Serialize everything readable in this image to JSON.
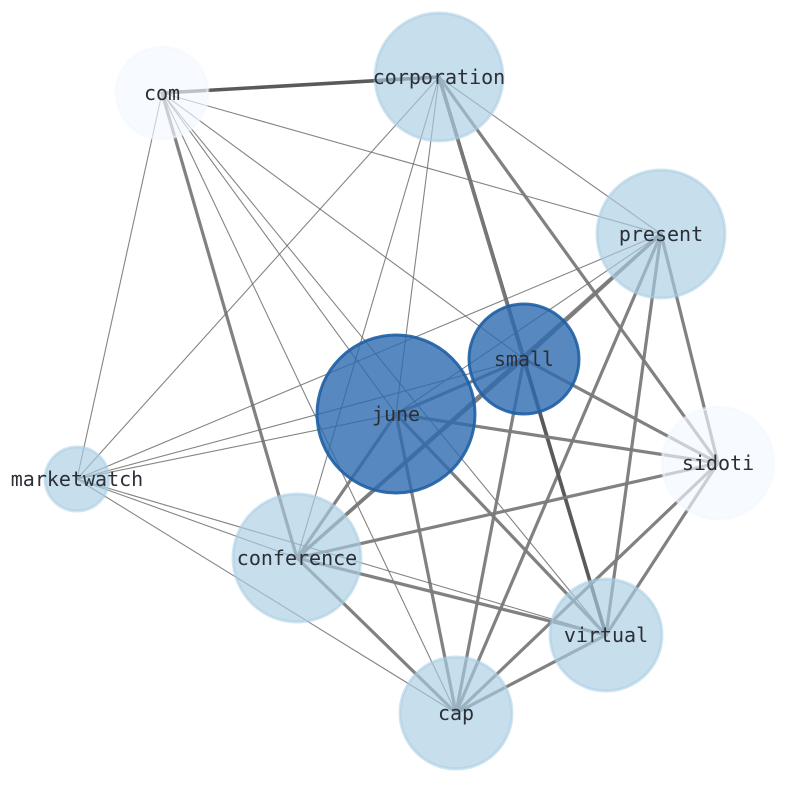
{
  "nodes": [
    {
      "id": "corporation",
      "label": "corporation",
      "fill": "#a9cde3",
      "stroke": "#a9cde3"
    },
    {
      "id": "com",
      "label": "com",
      "fill": "#f3f8fd",
      "stroke": "#f3f8fd"
    },
    {
      "id": "present",
      "label": "present",
      "fill": "#a9cde3",
      "stroke": "#a9cde3"
    },
    {
      "id": "small",
      "label": "small",
      "fill": "#2d6cb0",
      "stroke": "#1f5fa5"
    },
    {
      "id": "june",
      "label": "june",
      "fill": "#2d6cb0",
      "stroke": "#1f5fa5"
    },
    {
      "id": "sidoti",
      "label": "sidoti",
      "fill": "#f3f8fd",
      "stroke": "#f3f8fd"
    },
    {
      "id": "marketwatch",
      "label": "marketwatch",
      "fill": "#a9cde3",
      "stroke": "#a9cde3"
    },
    {
      "id": "conference",
      "label": "conference",
      "fill": "#a9cde3",
      "stroke": "#a9cde3"
    },
    {
      "id": "virtual",
      "label": "virtual",
      "fill": "#a9cde3",
      "stroke": "#a9cde3"
    },
    {
      "id": "cap",
      "label": "cap",
      "fill": "#a9cde3",
      "stroke": "#a9cde3"
    }
  ],
  "edges": [
    {
      "source": "com",
      "target": "corporation",
      "weight": "heavy"
    },
    {
      "source": "com",
      "target": "present",
      "weight": "thin"
    },
    {
      "source": "com",
      "target": "small",
      "weight": "thin"
    },
    {
      "source": "com",
      "target": "june",
      "weight": "thin"
    },
    {
      "source": "com",
      "target": "marketwatch",
      "weight": "thin"
    },
    {
      "source": "com",
      "target": "conference",
      "weight": "medium"
    },
    {
      "source": "com",
      "target": "virtual",
      "weight": "thin"
    },
    {
      "source": "com",
      "target": "cap",
      "weight": "thin"
    },
    {
      "source": "corporation",
      "target": "present",
      "weight": "thin"
    },
    {
      "source": "corporation",
      "target": "small",
      "weight": "heavy"
    },
    {
      "source": "corporation",
      "target": "sidoti",
      "weight": "medium"
    },
    {
      "source": "corporation",
      "target": "virtual",
      "weight": "medium"
    },
    {
      "source": "corporation",
      "target": "june",
      "weight": "thin"
    },
    {
      "source": "corporation",
      "target": "marketwatch",
      "weight": "thin"
    },
    {
      "source": "corporation",
      "target": "conference",
      "weight": "thin"
    },
    {
      "source": "present",
      "target": "small",
      "weight": "medium"
    },
    {
      "source": "present",
      "target": "sidoti",
      "weight": "medium"
    },
    {
      "source": "present",
      "target": "virtual",
      "weight": "medium"
    },
    {
      "source": "present",
      "target": "cap",
      "weight": "medium"
    },
    {
      "source": "present",
      "target": "conference",
      "weight": "medium"
    },
    {
      "source": "present",
      "target": "june",
      "weight": "thin"
    },
    {
      "source": "present",
      "target": "marketwatch",
      "weight": "thin"
    },
    {
      "source": "small",
      "target": "june",
      "weight": "medium"
    },
    {
      "source": "small",
      "target": "sidoti",
      "weight": "medium"
    },
    {
      "source": "small",
      "target": "virtual",
      "weight": "heavy"
    },
    {
      "source": "small",
      "target": "cap",
      "weight": "medium"
    },
    {
      "source": "small",
      "target": "conference",
      "weight": "medium"
    },
    {
      "source": "small",
      "target": "marketwatch",
      "weight": "thin"
    },
    {
      "source": "june",
      "target": "sidoti",
      "weight": "medium"
    },
    {
      "source": "june",
      "target": "virtual",
      "weight": "medium"
    },
    {
      "source": "june",
      "target": "cap",
      "weight": "medium"
    },
    {
      "source": "june",
      "target": "conference",
      "weight": "medium"
    },
    {
      "source": "june",
      "target": "marketwatch",
      "weight": "thin"
    },
    {
      "source": "sidoti",
      "target": "conference",
      "weight": "medium"
    },
    {
      "source": "sidoti",
      "target": "virtual",
      "weight": "medium"
    },
    {
      "source": "sidoti",
      "target": "cap",
      "weight": "medium"
    },
    {
      "source": "conference",
      "target": "virtual",
      "weight": "medium"
    },
    {
      "source": "conference",
      "target": "cap",
      "weight": "medium"
    },
    {
      "source": "virtual",
      "target": "cap",
      "weight": "medium"
    },
    {
      "source": "marketwatch",
      "target": "conference",
      "weight": "thin"
    },
    {
      "source": "marketwatch",
      "target": "virtual",
      "weight": "thin"
    },
    {
      "source": "marketwatch",
      "target": "cap",
      "weight": "thin"
    }
  ]
}
